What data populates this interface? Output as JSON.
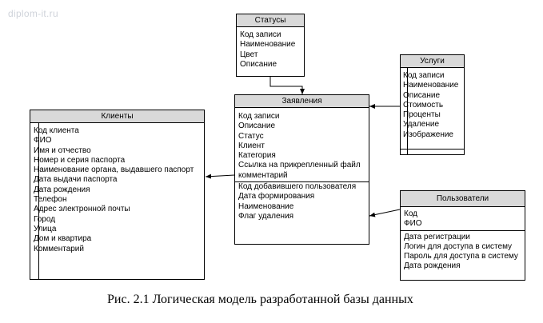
{
  "watermark": "diplom-it.ru",
  "caption": "Рис.  2.1 Логическая модель разработанной базы данных",
  "entities": {
    "statuses": {
      "title": "Статусы",
      "fields": [
        "Код записи",
        "Наименование",
        "Цвет",
        "Описание"
      ]
    },
    "services": {
      "title": "Услуги",
      "fields": [
        "Код записи",
        "Наименование",
        "Описание",
        "Стоимость",
        "Проценты",
        "Удаление",
        "Изображение"
      ]
    },
    "clients": {
      "title": "Клиенты",
      "fields": [
        "Код клиента",
        "ФИО",
        "Имя и отчество",
        "Номер и серия паспорта",
        "Наименование органа, выдавшего паспорт",
        "Дата выдачи паспорта",
        "Дата рождения",
        "Телефон",
        "Адрес электронной почты",
        "Город",
        "Улица",
        "Дом и квартира",
        "Комментарий"
      ]
    },
    "applications": {
      "title": "Заявления",
      "fields": [
        "Код записи",
        "Описание",
        "Статус",
        "Клиент",
        "Категория",
        "Ссылка на прикрепленный файл",
        "комментарий"
      ],
      "fields2": [
        "Код добавившего пользователя",
        "Дата формирования",
        "Наименование",
        "Флаг удаления"
      ]
    },
    "users": {
      "title": "Пользователи",
      "fields": [
        "Код",
        "ФИО"
      ],
      "fields2": [
        "Дата регистрации",
        "Логин для доступа в систему",
        "Пароль для доступа в систему",
        "Дата рождения"
      ]
    }
  }
}
